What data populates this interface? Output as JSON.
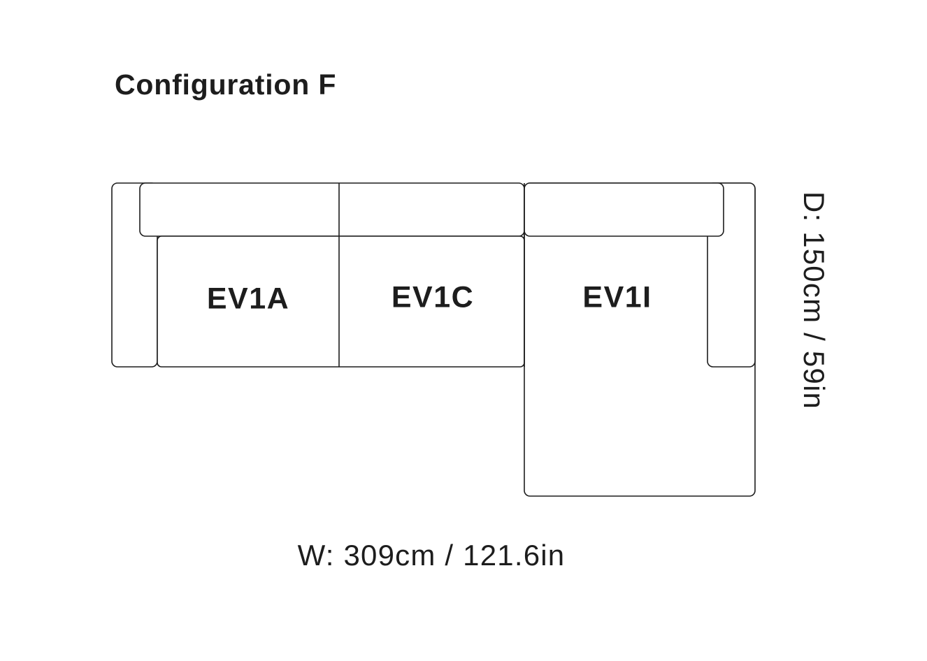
{
  "title": "Configuration F",
  "modules": [
    {
      "label": "EV1A"
    },
    {
      "label": "EV1C"
    },
    {
      "label": "EV1I"
    }
  ],
  "dimensions": {
    "width_label": "W: 309cm / 121.6in",
    "depth_label": "D: 150cm / 59in"
  },
  "colors": {
    "outline": "#1d1d1d",
    "text": "#1d1d1d",
    "background": "#ffffff"
  }
}
